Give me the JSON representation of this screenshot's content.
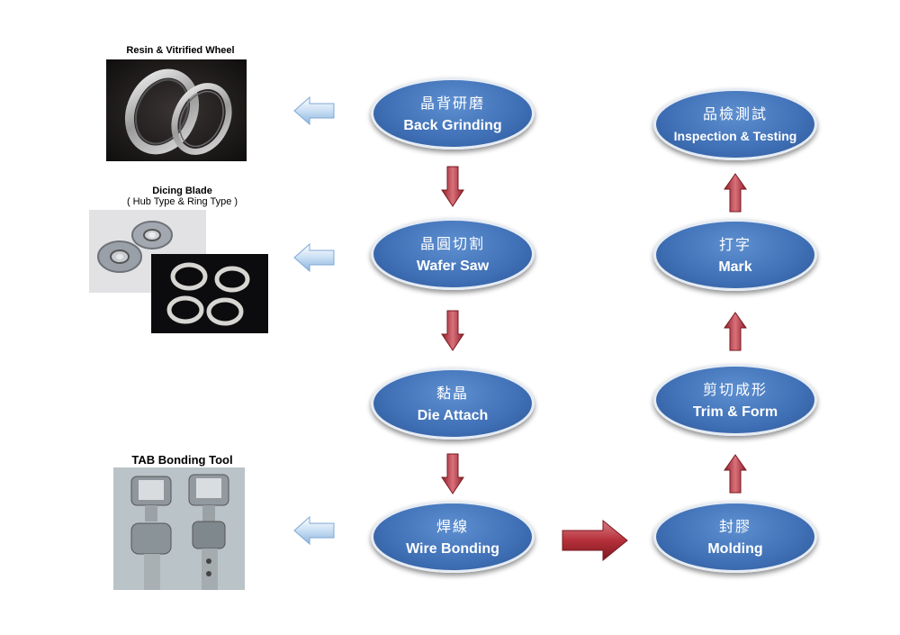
{
  "tools": {
    "resin_wheel": {
      "title": "Resin & Vitrified Wheel"
    },
    "dicing_blade": {
      "title": "Dicing Blade",
      "subtitle": "( Hub Type & Ring Type )"
    },
    "tab_tool": {
      "title": "TAB Bonding Tool"
    }
  },
  "flow": {
    "back_grinding": {
      "zh": "晶背研磨",
      "en": "Back Grinding"
    },
    "wafer_saw": {
      "zh": "晶圓切割",
      "en": "Wafer Saw"
    },
    "die_attach": {
      "zh": "黏晶",
      "en": "Die Attach"
    },
    "wire_bonding": {
      "zh": "焊線",
      "en": "Wire Bonding"
    },
    "molding": {
      "zh": "封膠",
      "en": "Molding"
    },
    "trim_form": {
      "zh": "剪切成形",
      "en": "Trim & Form"
    },
    "mark": {
      "zh": "打字",
      "en": "Mark"
    },
    "inspection": {
      "zh": "品檢測試",
      "en": "Inspection & Testing"
    }
  },
  "colors": {
    "node": "#3f6fb5",
    "flow_arrow": "#b5303a",
    "tool_arrow": "#9ec1e6"
  }
}
